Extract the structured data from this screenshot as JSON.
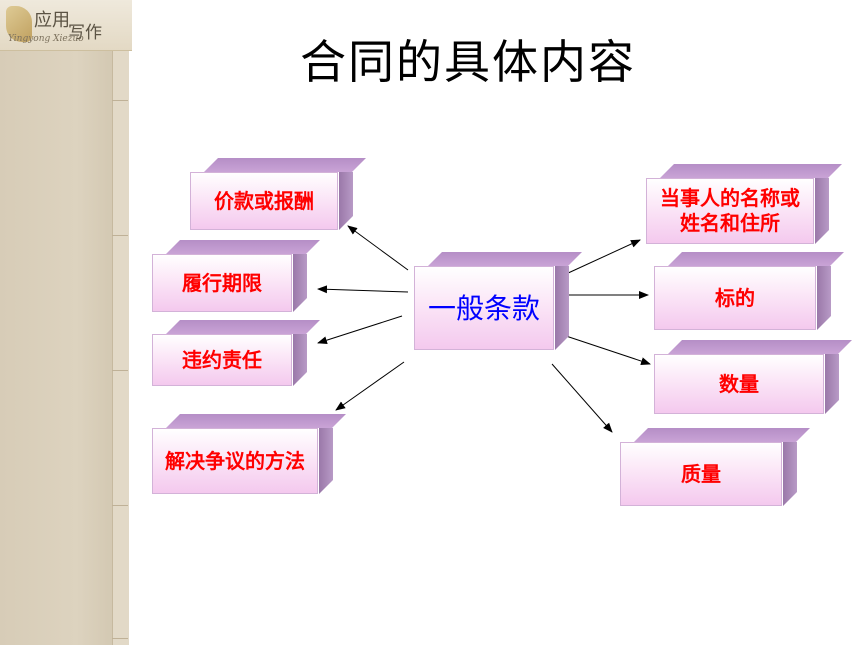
{
  "header": {
    "logo_line1": "应用",
    "logo_line2": "写作",
    "logo_subtitle": "Yingyong Xiezuo"
  },
  "title": "合同的具体内容",
  "center": {
    "label": "一般条款"
  },
  "left_items": [
    {
      "label": "价款或报酬"
    },
    {
      "label": "履行期限"
    },
    {
      "label": "违约责任"
    },
    {
      "label": "解决争议的方法"
    }
  ],
  "right_items": [
    {
      "label": "当事人的名称或姓名和住所"
    },
    {
      "label": "标的"
    },
    {
      "label": "数量"
    },
    {
      "label": "质量"
    }
  ],
  "colors": {
    "title": "#000000",
    "center_text": "#0000ff",
    "item_text": "#ff0000",
    "box_face": "#fbe6f7",
    "box_edge": "#b58ec6"
  }
}
